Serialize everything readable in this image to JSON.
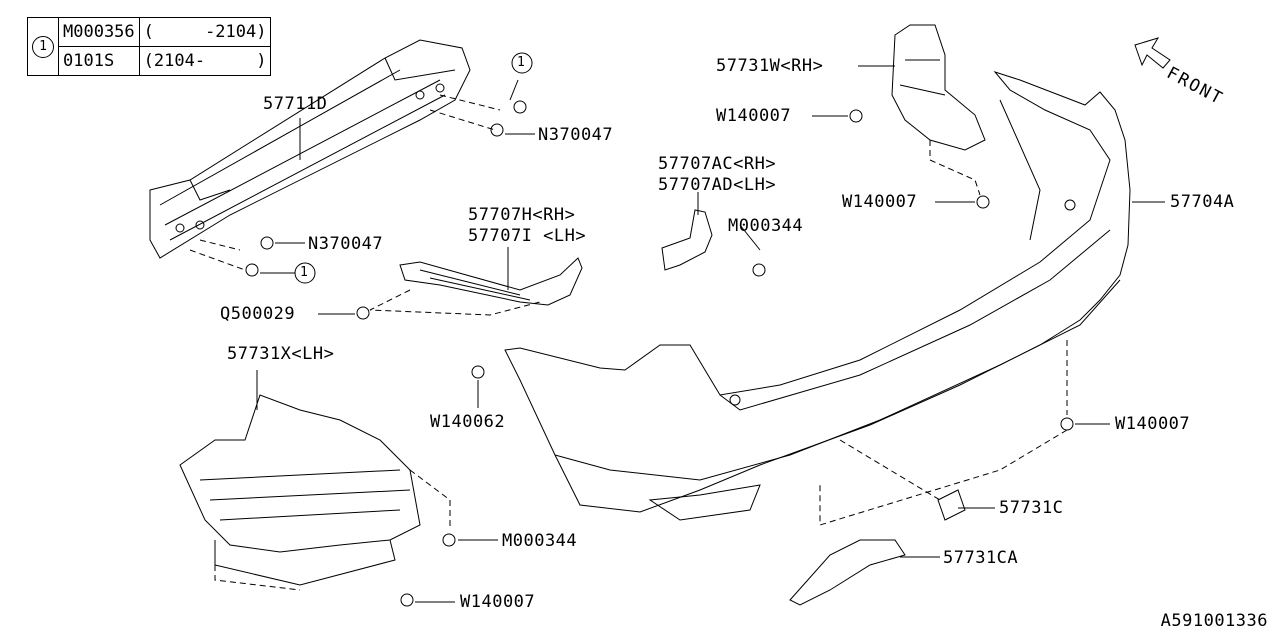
{
  "key_table": {
    "marker": "1",
    "rows": [
      {
        "part": "M000356",
        "range": "(     -2104)"
      },
      {
        "part": "0101S",
        "range": "(2104-     )"
      }
    ]
  },
  "callout_marker": "1",
  "labels": {
    "p57711D": "57711D",
    "n370047_a": "N370047",
    "n370047_b": "N370047",
    "q500029": "Q500029",
    "p57707H": "57707H<RH>",
    "p57707I": "57707I <LH>",
    "p57707AC": "57707AC<RH>",
    "p57707AD": "57707AD<LH>",
    "m000344_a": "M000344",
    "p57731W": "57731W<RH>",
    "w140007_a": "W140007",
    "w140007_b": "W140007",
    "p57704A": "57704A",
    "p57731X": "57731X<LH>",
    "w140062": "W140062",
    "w140007_c": "W140007",
    "p57731C": "57731C",
    "m000344_b": "M000344",
    "p57731CA": "57731CA",
    "w140007_d": "W140007"
  },
  "front_label": "FRONT",
  "drawing_ref": "A591001336"
}
